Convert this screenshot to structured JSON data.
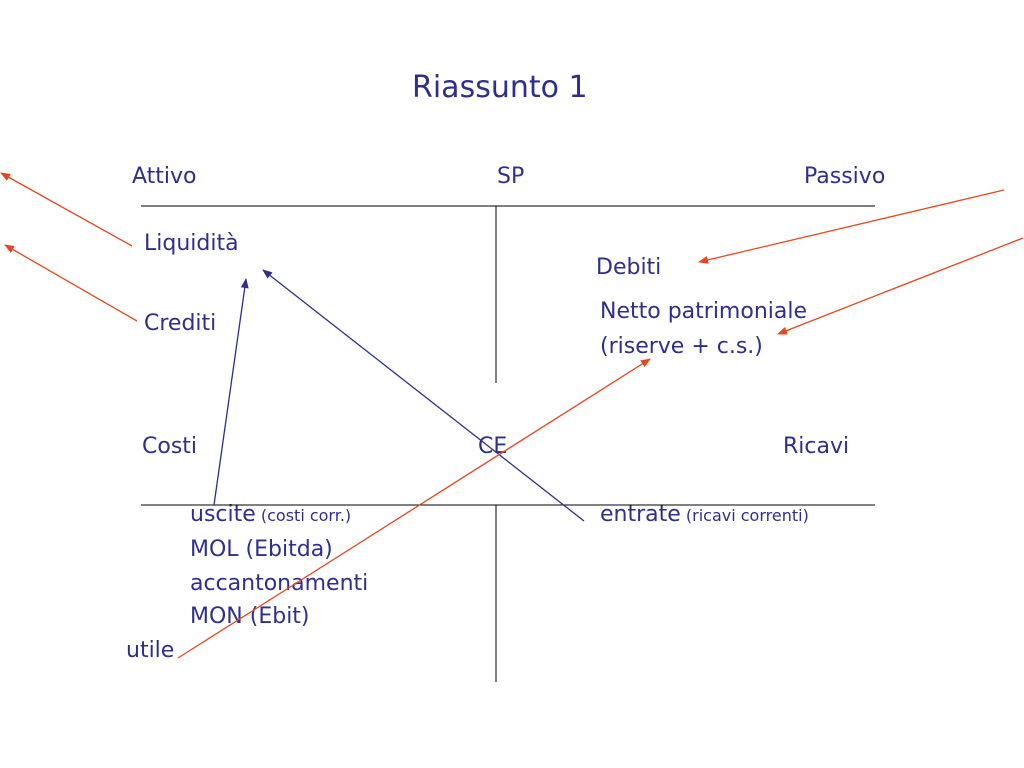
{
  "slide": {
    "title": "Riassunto 1",
    "sp": {
      "left_header": "Attivo",
      "center_header": "SP",
      "right_header": "Passivo",
      "left_items": [
        "Liquidità",
        "Crediti"
      ],
      "right_items": [
        "Debiti",
        "Netto patrimoniale",
        "(riserve + c.s.)"
      ]
    },
    "ce": {
      "left_header": "Costi",
      "center_header": "CE",
      "right_header": "Ricavi",
      "left_items": [
        {
          "text": "uscite",
          "note": "(costi corr.)"
        },
        {
          "text": "MOL (Ebitda)"
        },
        {
          "text": "accantonamenti"
        },
        {
          "text": "MON (Ebit)"
        }
      ],
      "result": "utile",
      "right_items": [
        {
          "text": "entrate",
          "note": "(ricavi correnti)"
        }
      ]
    }
  },
  "colors": {
    "text": "#2e2e8f",
    "blue_arrow": "#2e2e8f",
    "red_arrow": "#e8461e",
    "rule": "#000000"
  }
}
